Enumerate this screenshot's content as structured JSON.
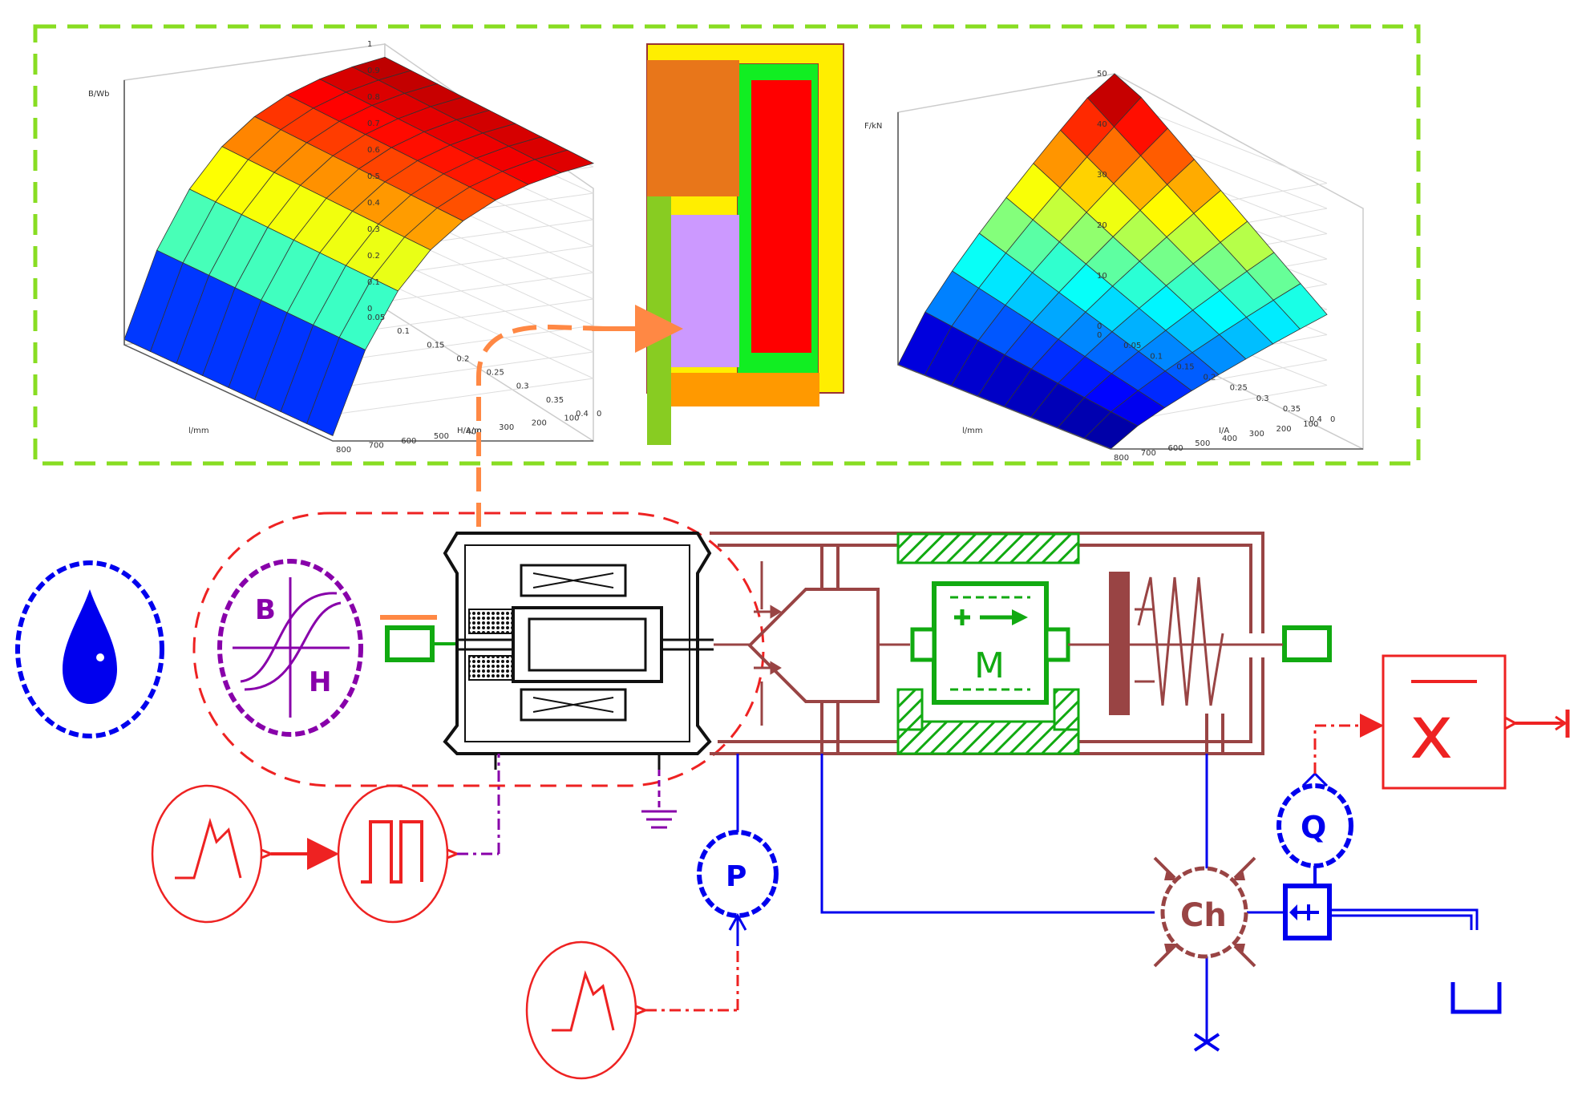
{
  "diagram": {
    "colors": {
      "green_frame": "#88dd22",
      "red": "#ee2222",
      "dark_red": "#994444",
      "blue": "#0000ee",
      "purple": "#8800aa",
      "green": "#11aa11",
      "orange": "#ff8844",
      "black": "#111111"
    },
    "labels": {
      "b": "B",
      "h": "H",
      "m": "M",
      "p": "P",
      "q": "Q",
      "ch": "Ch",
      "x": "x"
    },
    "plot_left": {
      "zlabel": "B/Wb",
      "xlabel": "l/mm",
      "ylabel": "H/A/m",
      "z_ticks": [
        "0",
        "0.1",
        "0.2",
        "0.3",
        "0.4",
        "0.5",
        "0.6",
        "0.7",
        "0.8",
        "0.9",
        "1"
      ],
      "x_ticks": [
        "0.05",
        "0.1",
        "0.15",
        "0.2",
        "0.25",
        "0.3",
        "0.35",
        "0.4"
      ],
      "y_ticks": [
        "0",
        "100",
        "200",
        "300",
        "400",
        "500",
        "600",
        "700",
        "800"
      ]
    },
    "plot_right": {
      "zlabel": "F/kN",
      "xlabel": "l/mm",
      "ylabel": "I/A",
      "z_ticks": [
        "0",
        "10",
        "20",
        "30",
        "40",
        "50"
      ],
      "x_ticks": [
        "0",
        "0.05",
        "0.1",
        "0.15",
        "0.2",
        "0.25",
        "0.3",
        "0.35",
        "0.4"
      ],
      "y_ticks": [
        "0",
        "100",
        "200",
        "300",
        "400",
        "500",
        "600",
        "700",
        "800"
      ]
    }
  }
}
